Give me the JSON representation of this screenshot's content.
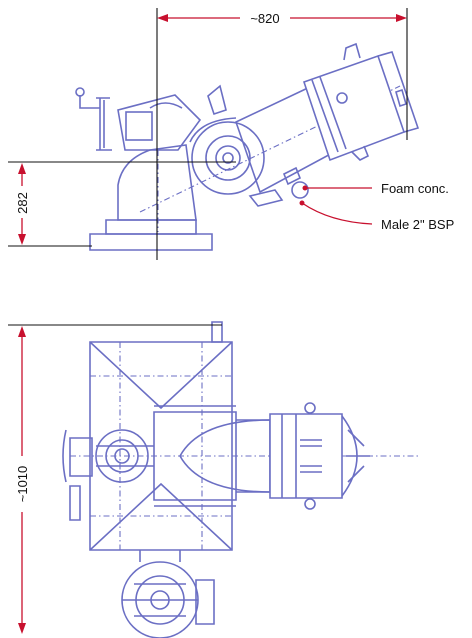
{
  "dimensions": {
    "width_label": "~820",
    "height_label": "282",
    "length_label": "~1010"
  },
  "callouts": {
    "foam": "Foam conc.",
    "bsp": "Male 2\" BSP"
  },
  "colors": {
    "drawing": "#6b6fc4",
    "dimension": "#c8102e",
    "guide": "#111111"
  }
}
